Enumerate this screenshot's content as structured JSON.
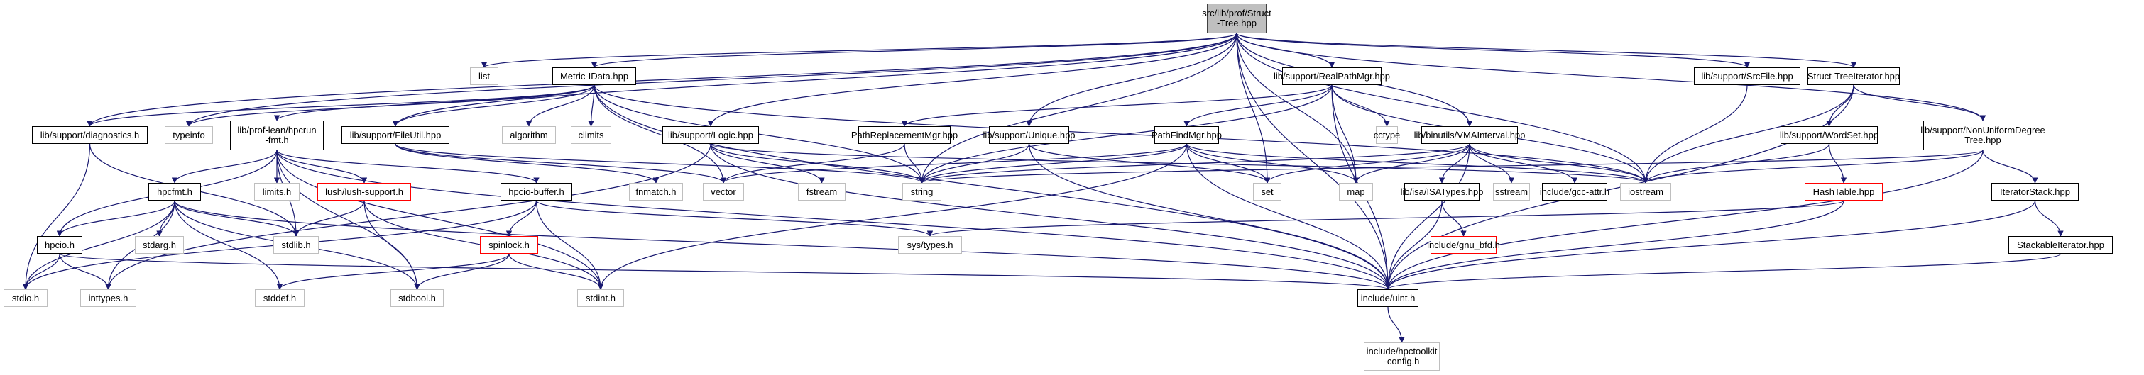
{
  "diagram": {
    "title": "src/lib/prof/Struct-Tree.hpp include dependency graph",
    "edge_color": "#191970",
    "legend_colors": {
      "root_fill": "#bfbfbf",
      "documented_border": "#000000",
      "external_border": "#bfbfbf",
      "undocumented_border": "#ff0000"
    },
    "nodes": [
      {
        "id": "root",
        "label": "src/lib/prof/Struct\n-Tree.hpp",
        "kind": "root"
      },
      {
        "id": "list",
        "label": "list",
        "kind": "ext"
      },
      {
        "id": "metric",
        "label": "Metric-IData.hpp",
        "kind": "doc"
      },
      {
        "id": "realpath",
        "label": "lib/support/RealPathMgr.hpp",
        "kind": "doc"
      },
      {
        "id": "srcfile",
        "label": "lib/support/SrcFile.hpp",
        "kind": "doc"
      },
      {
        "id": "treeiter",
        "label": "Struct-TreeIterator.hpp",
        "kind": "doc"
      },
      {
        "id": "diag",
        "label": "lib/support/diagnostics.h",
        "kind": "doc"
      },
      {
        "id": "typeinfo",
        "label": "typeinfo",
        "kind": "ext"
      },
      {
        "id": "hpcrunfmt",
        "label": "lib/prof-lean/hpcrun\n-fmt.h",
        "kind": "doc"
      },
      {
        "id": "fileutil",
        "label": "lib/support/FileUtil.hpp",
        "kind": "doc"
      },
      {
        "id": "algorithm",
        "label": "algorithm",
        "kind": "ext"
      },
      {
        "id": "climits",
        "label": "climits",
        "kind": "ext"
      },
      {
        "id": "logic",
        "label": "lib/support/Logic.hpp",
        "kind": "doc"
      },
      {
        "id": "pathrepl",
        "label": "PathReplacementMgr.hpp",
        "kind": "doc"
      },
      {
        "id": "unique",
        "label": "lib/support/Unique.hpp",
        "kind": "doc"
      },
      {
        "id": "pathfind",
        "label": "PathFindMgr.hpp",
        "kind": "doc"
      },
      {
        "id": "cctype",
        "label": "cctype",
        "kind": "ext"
      },
      {
        "id": "vma",
        "label": "lib/binutils/VMAInterval.hpp",
        "kind": "doc"
      },
      {
        "id": "wordset",
        "label": "lib/support/WordSet.hpp",
        "kind": "doc"
      },
      {
        "id": "nonuni",
        "label": "lib/support/NonUniformDegree\nTree.hpp",
        "kind": "doc"
      },
      {
        "id": "hpcfmt",
        "label": "hpcfmt.h",
        "kind": "doc"
      },
      {
        "id": "limits",
        "label": "limits.h",
        "kind": "ext"
      },
      {
        "id": "lush",
        "label": "lush/lush-support.h",
        "kind": "red"
      },
      {
        "id": "hpciobuf",
        "label": "hpcio-buffer.h",
        "kind": "doc"
      },
      {
        "id": "fnmatch",
        "label": "fnmatch.h",
        "kind": "ext"
      },
      {
        "id": "vector",
        "label": "vector",
        "kind": "ext"
      },
      {
        "id": "fstream",
        "label": "fstream",
        "kind": "ext"
      },
      {
        "id": "string",
        "label": "string",
        "kind": "ext"
      },
      {
        "id": "set",
        "label": "set",
        "kind": "ext"
      },
      {
        "id": "map",
        "label": "map",
        "kind": "ext"
      },
      {
        "id": "isatypes",
        "label": "lib/isa/ISATypes.hpp",
        "kind": "doc"
      },
      {
        "id": "sstream",
        "label": "sstream",
        "kind": "ext"
      },
      {
        "id": "gccattr",
        "label": "include/gcc-attr.h",
        "kind": "doc"
      },
      {
        "id": "iostream",
        "label": "iostream",
        "kind": "ext"
      },
      {
        "id": "hashtable",
        "label": "HashTable.hpp",
        "kind": "red"
      },
      {
        "id": "iterstack",
        "label": "IteratorStack.hpp",
        "kind": "doc"
      },
      {
        "id": "hpcio",
        "label": "hpcio.h",
        "kind": "doc"
      },
      {
        "id": "stdarg",
        "label": "stdarg.h",
        "kind": "ext"
      },
      {
        "id": "stdlib",
        "label": "stdlib.h",
        "kind": "ext"
      },
      {
        "id": "spinlock",
        "label": "spinlock.h",
        "kind": "red"
      },
      {
        "id": "systypes",
        "label": "sys/types.h",
        "kind": "ext"
      },
      {
        "id": "gnubfd",
        "label": "include/gnu_bfd.h",
        "kind": "red"
      },
      {
        "id": "stackable",
        "label": "StackableIterator.hpp",
        "kind": "doc"
      },
      {
        "id": "stdio",
        "label": "stdio.h",
        "kind": "ext"
      },
      {
        "id": "inttypes",
        "label": "inttypes.h",
        "kind": "ext"
      },
      {
        "id": "stddef",
        "label": "stddef.h",
        "kind": "ext"
      },
      {
        "id": "stdbool",
        "label": "stdbool.h",
        "kind": "ext"
      },
      {
        "id": "stdint",
        "label": "stdint.h",
        "kind": "ext"
      },
      {
        "id": "uint",
        "label": "include/uint.h",
        "kind": "doc"
      },
      {
        "id": "hpcconfig",
        "label": "include/hpctoolkit\n-config.h",
        "kind": "ext"
      }
    ],
    "edges": [
      [
        "root",
        "list"
      ],
      [
        "root",
        "metric"
      ],
      [
        "root",
        "realpath"
      ],
      [
        "root",
        "srcfile"
      ],
      [
        "root",
        "treeiter"
      ],
      [
        "root",
        "diag"
      ],
      [
        "root",
        "typeinfo"
      ],
      [
        "root",
        "fileutil"
      ],
      [
        "root",
        "logic"
      ],
      [
        "root",
        "unique"
      ],
      [
        "root",
        "vma"
      ],
      [
        "root",
        "nonuni"
      ],
      [
        "root",
        "string"
      ],
      [
        "root",
        "set"
      ],
      [
        "root",
        "map"
      ],
      [
        "root",
        "iostream"
      ],
      [
        "root",
        "uint"
      ],
      [
        "metric",
        "diag"
      ],
      [
        "metric",
        "typeinfo"
      ],
      [
        "metric",
        "hpcrunfmt"
      ],
      [
        "metric",
        "algorithm"
      ],
      [
        "metric",
        "climits"
      ],
      [
        "metric",
        "vector"
      ],
      [
        "metric",
        "string"
      ],
      [
        "metric",
        "iostream"
      ],
      [
        "metric",
        "uint"
      ],
      [
        "metric",
        "fileutil"
      ],
      [
        "hpcrunfmt",
        "hpcfmt"
      ],
      [
        "hpcrunfmt",
        "limits"
      ],
      [
        "hpcrunfmt",
        "lush"
      ],
      [
        "hpcrunfmt",
        "hpciobuf"
      ],
      [
        "hpcrunfmt",
        "hpcio"
      ],
      [
        "hpcrunfmt",
        "stdlib"
      ],
      [
        "hpcrunfmt",
        "stdbool"
      ],
      [
        "hpcrunfmt",
        "stdint"
      ],
      [
        "hpcrunfmt",
        "uint"
      ],
      [
        "fileutil",
        "fnmatch"
      ],
      [
        "fileutil",
        "vector"
      ],
      [
        "fileutil",
        "string"
      ],
      [
        "diag",
        "stdio"
      ],
      [
        "diag",
        "stdlib"
      ],
      [
        "logic",
        "fstream"
      ],
      [
        "logic",
        "string"
      ],
      [
        "logic",
        "iostream"
      ],
      [
        "logic",
        "inttypes"
      ],
      [
        "logic",
        "uint"
      ],
      [
        "realpath",
        "pathrepl"
      ],
      [
        "realpath",
        "pathfind"
      ],
      [
        "realpath",
        "cctype"
      ],
      [
        "realpath",
        "map"
      ],
      [
        "realpath",
        "string"
      ],
      [
        "realpath",
        "iostream"
      ],
      [
        "realpath",
        "uint"
      ],
      [
        "pathrepl",
        "string"
      ],
      [
        "pathrepl",
        "vector"
      ],
      [
        "unique",
        "string"
      ],
      [
        "unique",
        "set"
      ],
      [
        "unique",
        "uint"
      ],
      [
        "pathfind",
        "set"
      ],
      [
        "pathfind",
        "map"
      ],
      [
        "pathfind",
        "string"
      ],
      [
        "pathfind",
        "vector"
      ],
      [
        "pathfind",
        "iostream"
      ],
      [
        "pathfind",
        "stdint"
      ],
      [
        "pathfind",
        "uint"
      ],
      [
        "vma",
        "isatypes"
      ],
      [
        "vma",
        "sstream"
      ],
      [
        "vma",
        "gccattr"
      ],
      [
        "vma",
        "iostream"
      ],
      [
        "vma",
        "set"
      ],
      [
        "vma",
        "map"
      ],
      [
        "vma",
        "string"
      ],
      [
        "vma",
        "uint"
      ],
      [
        "isatypes",
        "gnubfd"
      ],
      [
        "isatypes",
        "uint"
      ],
      [
        "srcfile",
        "iostream"
      ],
      [
        "treeiter",
        "wordset"
      ],
      [
        "treeiter",
        "nonuni"
      ],
      [
        "treeiter",
        "iostream"
      ],
      [
        "treeiter",
        "uint"
      ],
      [
        "wordset",
        "hashtable"
      ],
      [
        "wordset",
        "iostream"
      ],
      [
        "hashtable",
        "systypes"
      ],
      [
        "hashtable",
        "uint"
      ],
      [
        "nonuni",
        "iterstack"
      ],
      [
        "nonuni",
        "iostream"
      ],
      [
        "nonuni",
        "string"
      ],
      [
        "nonuni",
        "uint"
      ],
      [
        "iterstack",
        "stackable"
      ],
      [
        "iterstack",
        "uint"
      ],
      [
        "stackable",
        "uint"
      ],
      [
        "hpcfmt",
        "hpcio"
      ],
      [
        "hpcfmt",
        "stdio"
      ],
      [
        "hpcfmt",
        "stdarg"
      ],
      [
        "hpcfmt",
        "stdlib"
      ],
      [
        "hpcfmt",
        "inttypes"
      ],
      [
        "hpcfmt",
        "stddef"
      ],
      [
        "hpcfmt",
        "stdbool"
      ],
      [
        "hpcfmt",
        "uint"
      ],
      [
        "hpcio",
        "stdio"
      ],
      [
        "hpcio",
        "inttypes"
      ],
      [
        "hpcio",
        "uint"
      ],
      [
        "lush",
        "stdlib"
      ],
      [
        "lush",
        "stdbool"
      ],
      [
        "lush",
        "stdint"
      ],
      [
        "hpciobuf",
        "spinlock"
      ],
      [
        "hpciobuf",
        "stdint"
      ],
      [
        "hpciobuf",
        "systypes"
      ],
      [
        "hpciobuf",
        "stdio"
      ],
      [
        "spinlock",
        "stdbool"
      ],
      [
        "spinlock",
        "stdint"
      ],
      [
        "spinlock",
        "stddef"
      ],
      [
        "uint",
        "hpcconfig"
      ]
    ]
  }
}
